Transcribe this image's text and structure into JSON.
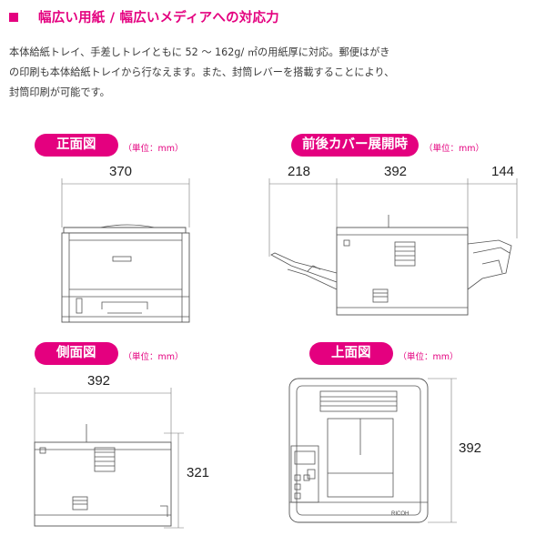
{
  "heading": {
    "title": "幅広い用紙 / 幅広いメディアへの対応力"
  },
  "description": {
    "lines": [
      "本体給紙トレイ、手差しトレイともに 52 ～ 162g/ ㎡の用紙厚に対応。郵便はがき",
      "の印刷も本体給紙トレイから行なえます。また、封筒レバーを搭載することにより、",
      "封筒印刷が可能です。"
    ]
  },
  "views": {
    "front": {
      "label": "正面図",
      "unit": "（単位：mm）",
      "width": "370"
    },
    "open": {
      "label": "前後カバー展開時",
      "unit": "（単位：mm）",
      "left": "218",
      "center": "392",
      "right": "144"
    },
    "side": {
      "label": "側面図",
      "unit": "（単位：mm）",
      "width": "392",
      "height": "321"
    },
    "top": {
      "label": "上面図",
      "unit": "（単位：mm）",
      "depth": "392",
      "brand": "RICOH"
    }
  }
}
